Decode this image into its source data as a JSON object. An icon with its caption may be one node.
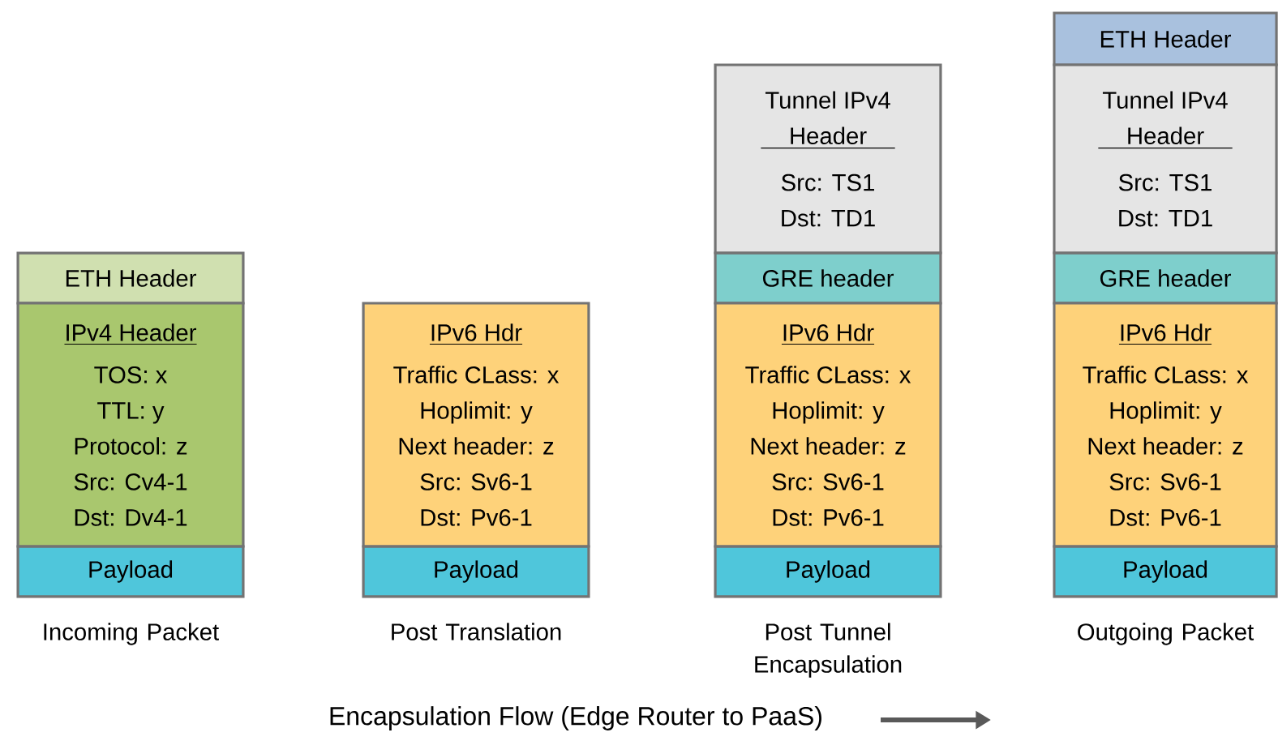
{
  "diagram": {
    "nodes": [
      {
        "text": [
          "ETH Header"
        ]
      },
      {
        "text": [
          "IPv4 Header",
          "TOS: x",
          "TTL: y",
          "Protocol: z",
          "Src: Cv4-1",
          "Dst: Dv4-1"
        ]
      },
      {
        "text": [
          "Payload"
        ]
      },
      {
        "text": [
          "IPv6 Hdr",
          "Traffic CLass: x",
          "Hoplimit: y",
          "Next header: z",
          "Src: Sv6-1",
          "Dst: Pv6-1"
        ]
      },
      {
        "text": [
          "Payload"
        ]
      },
      {
        "text": [
          "Tunnel IPv4 Header",
          "Src: TS1",
          "Dst: TD1"
        ]
      },
      {
        "text": [
          "GRE header"
        ]
      },
      {
        "text": [
          "IPv6 Hdr",
          "Traffic CLass: x",
          "Hoplimit: y",
          "Next header: z",
          "Src: Sv6-1",
          "Dst: Pv6-1"
        ]
      },
      {
        "text": [
          "Payload"
        ]
      },
      {
        "text": [
          "ETH Header"
        ]
      },
      {
        "text": [
          "Tunnel IPv4 Header",
          "Src: TS1",
          "Dst: TD1"
        ]
      },
      {
        "text": [
          "GRE header"
        ]
      },
      {
        "text": [
          "IPv6 Hdr",
          "Traffic CLass: x",
          "Hoplimit: y",
          "Next header: z",
          "Src: Sv6-1",
          "Dst: Pv6-1"
        ]
      },
      {
        "text": [
          "Payload"
        ]
      }
    ],
    "labels": [
      "Incoming Packet",
      "Post Translation",
      "Post Tunnel Encapsulation",
      "Outgoing Packet",
      "Encapsulation Flow (Edge Router to PaaS)"
    ]
  }
}
